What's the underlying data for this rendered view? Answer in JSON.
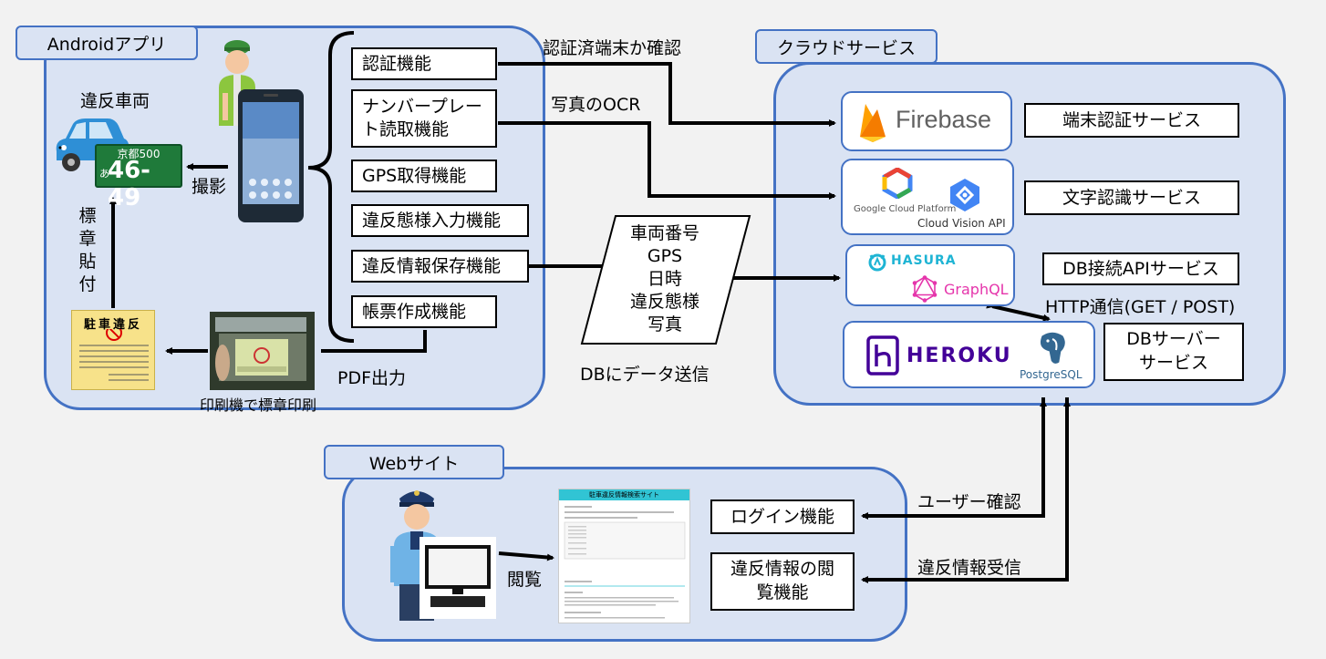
{
  "android": {
    "title": "Androidアプリ",
    "vehicle_label": "違反車両",
    "plate_region": "京都500",
    "plate_kana": "あ",
    "plate_number": "46-49",
    "shoot_label": "撮影",
    "sticker_label": "標章貼付",
    "sticker_title": "駐車違反",
    "printer_label": "印刷機で標章印刷",
    "pdf_label": "PDF出力",
    "features": [
      "認証機能",
      "ナンバープレート読取機能",
      "GPS取得機能",
      "違反態様入力機能",
      "違反情報保存機能",
      "帳票作成機能"
    ]
  },
  "flows": {
    "auth": "認証済端末か確認",
    "ocr": "写真のOCR",
    "send": "DBにデータ送信",
    "http": "HTTP通信(GET / POST)",
    "user_check": "ユーザー確認",
    "receive": "違反情報受信",
    "browse": "閲覧"
  },
  "send_data": [
    "車両番号",
    "GPS",
    "日時",
    "違反態様",
    "写真"
  ],
  "cloud": {
    "title": "クラウドサービス",
    "firebase": "Firebase",
    "gcp": "Google Cloud Platform",
    "vision": "Cloud Vision API",
    "hasura": "HASURA",
    "graphql": "GraphQL",
    "heroku": "HEROKU",
    "postgres": "PostgreSQL",
    "services": [
      "端末認証サービス",
      "文字認識サービス",
      "DB接続APIサービス",
      "DBサーバーサービス"
    ]
  },
  "web": {
    "title": "Webサイト",
    "site_header": "駐車違反情報検索サイト",
    "features": [
      "ログイン機能",
      "違反情報の閲覧機能"
    ]
  },
  "colors": {
    "region_fill": "#dae3f3",
    "region_border": "#4472c4",
    "firebase": "#ffa000",
    "hasura": "#1eb4d4",
    "graphql": "#e535ab",
    "heroku": "#430098",
    "postgres": "#336791"
  }
}
